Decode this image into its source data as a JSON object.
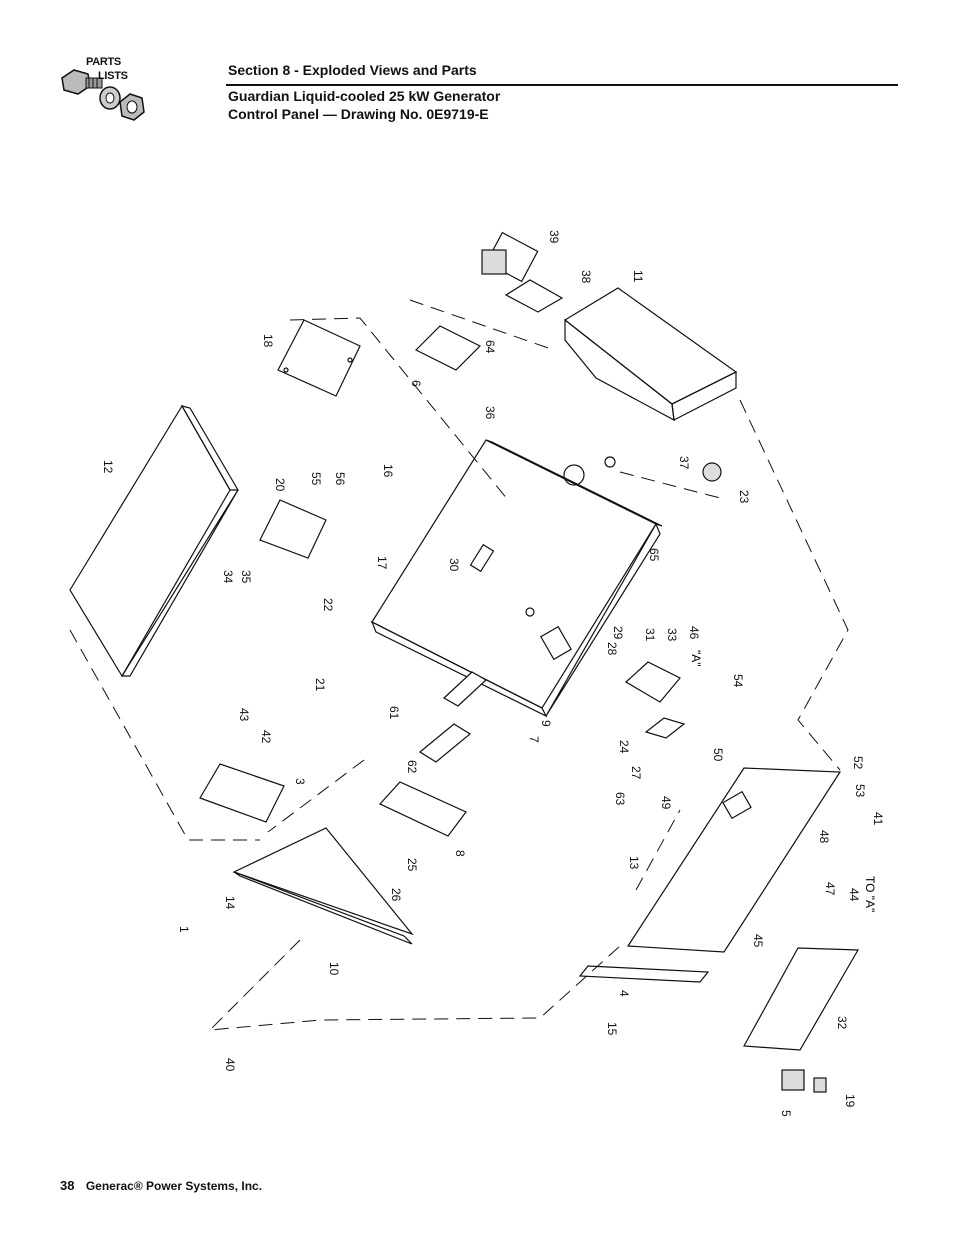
{
  "header": {
    "logo_top": "PARTS",
    "logo_bottom": "LISTS",
    "section_title": "Section 8 - Exploded Views and Parts",
    "subtitle_line1": "Guardian Liquid-cooled 25 kW Generator",
    "subtitle_line2": "Control Panel — Drawing No. 0E9719-E"
  },
  "callouts": [
    "1",
    "3",
    "4",
    "5",
    "6",
    "7",
    "8",
    "9",
    "10",
    "11",
    "12",
    "13",
    "14",
    "15",
    "16",
    "17",
    "18",
    "19",
    "20",
    "21",
    "22",
    "23",
    "24",
    "25",
    "26",
    "27",
    "28",
    "29",
    "30",
    "31",
    "32",
    "33",
    "34",
    "35",
    "36",
    "37",
    "38",
    "39",
    "40",
    "41",
    "42",
    "43",
    "44",
    "45",
    "46",
    "47",
    "48",
    "49",
    "50",
    "52",
    "53",
    "54",
    "55",
    "56",
    "61",
    "62",
    "63",
    "64",
    "65"
  ],
  "labels": {
    "a_marker": "\"A\"",
    "to_a": "TO \"A\""
  },
  "footer": {
    "page_number": "38",
    "company": "Generac® Power Systems, Inc."
  }
}
